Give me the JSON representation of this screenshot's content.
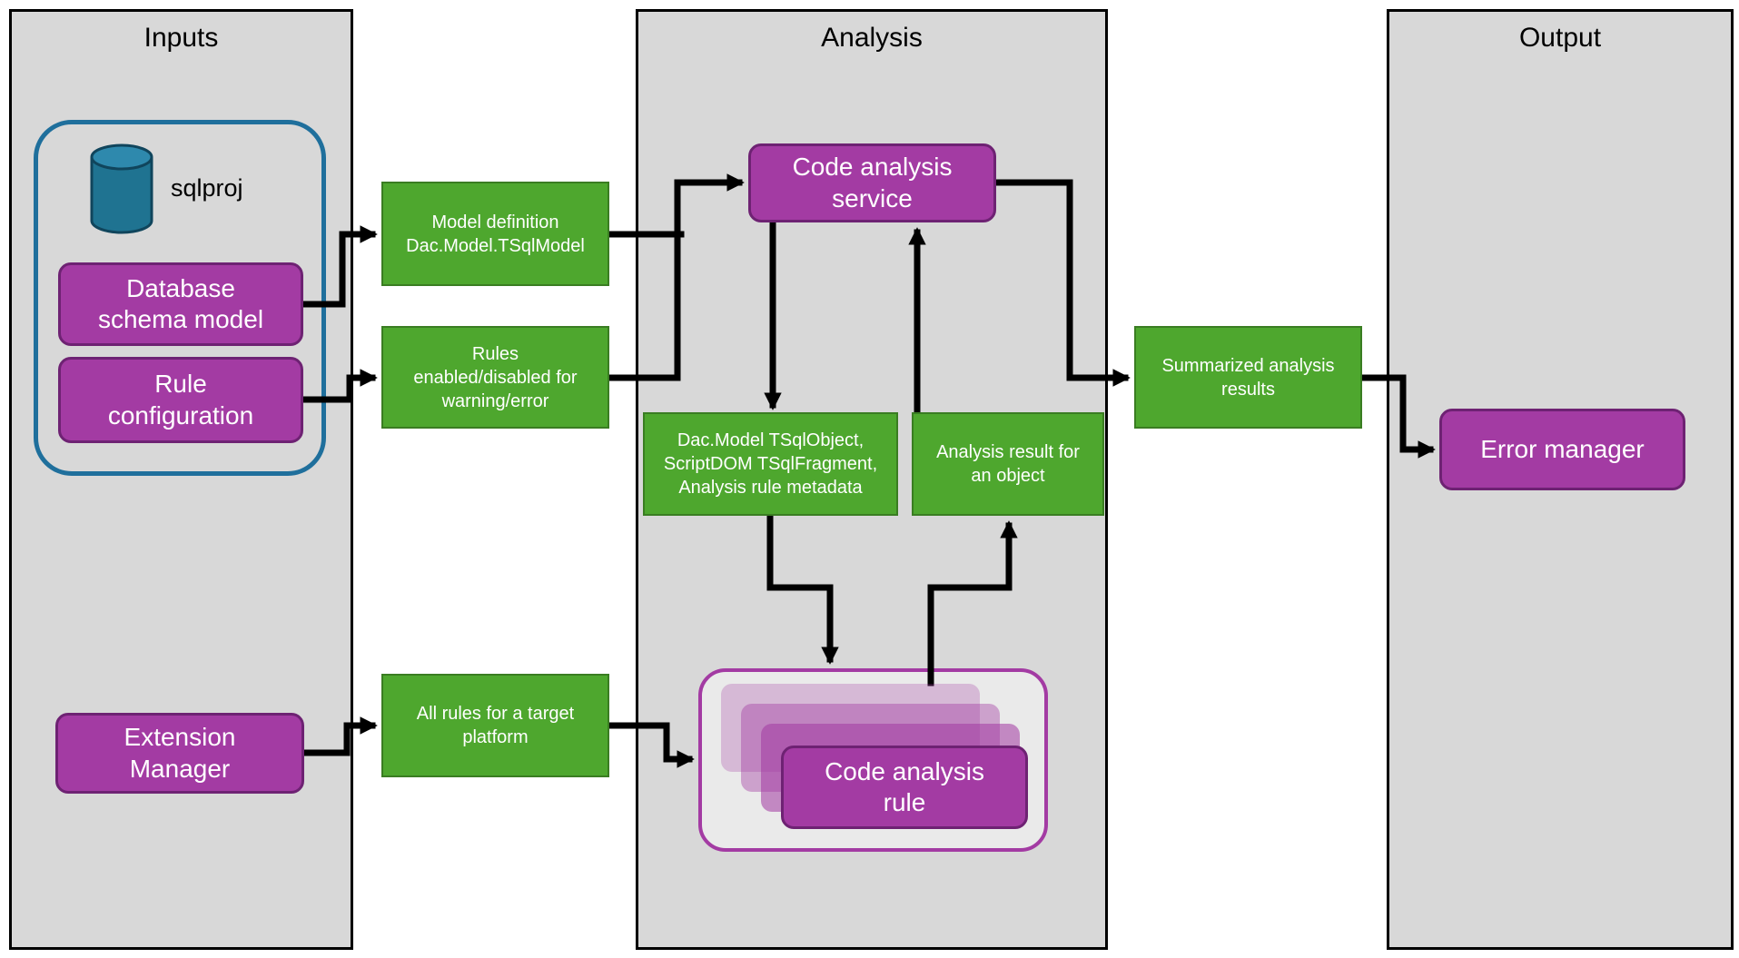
{
  "colors": {
    "column_fill": "#d8d8d8",
    "column_border": "#000000",
    "purple_fill": "#a33ba3",
    "purple_border": "#6e2273",
    "green_fill": "#4ea72e",
    "green_border": "#3a7d22",
    "teal": "#1f6f9c",
    "cylinder_fill": "#1f7391",
    "cylinder_top_fill": "#2e89ad",
    "cylinder_border": "#10455c",
    "rule_container_fill": "#eaeaea",
    "arrow": "#000000"
  },
  "columns": {
    "inputs": "Inputs",
    "analysis": "Analysis",
    "output": "Output"
  },
  "nodes": {
    "sqlproj": "sqlproj",
    "database_schema_model": "Database\nschema model",
    "rule_configuration": "Rule\nconfiguration",
    "extension_manager": "Extension\nManager",
    "model_definition": "Model definition\nDac.Model.TSqlModel",
    "rules_enabled": "Rules\nenabled/disabled for\nwarning/error",
    "all_rules": "All rules for a target\nplatform",
    "code_analysis_service": "Code analysis\nservice",
    "object_metadata": "Dac.Model TSqlObject,\nScriptDOM TSqlFragment,\nAnalysis rule metadata",
    "analysis_result": "Analysis result for\nan object",
    "summarized_results": "Summarized analysis\nresults",
    "code_analysis_rule": "Code analysis\nrule",
    "error_manager": "Error manager"
  }
}
